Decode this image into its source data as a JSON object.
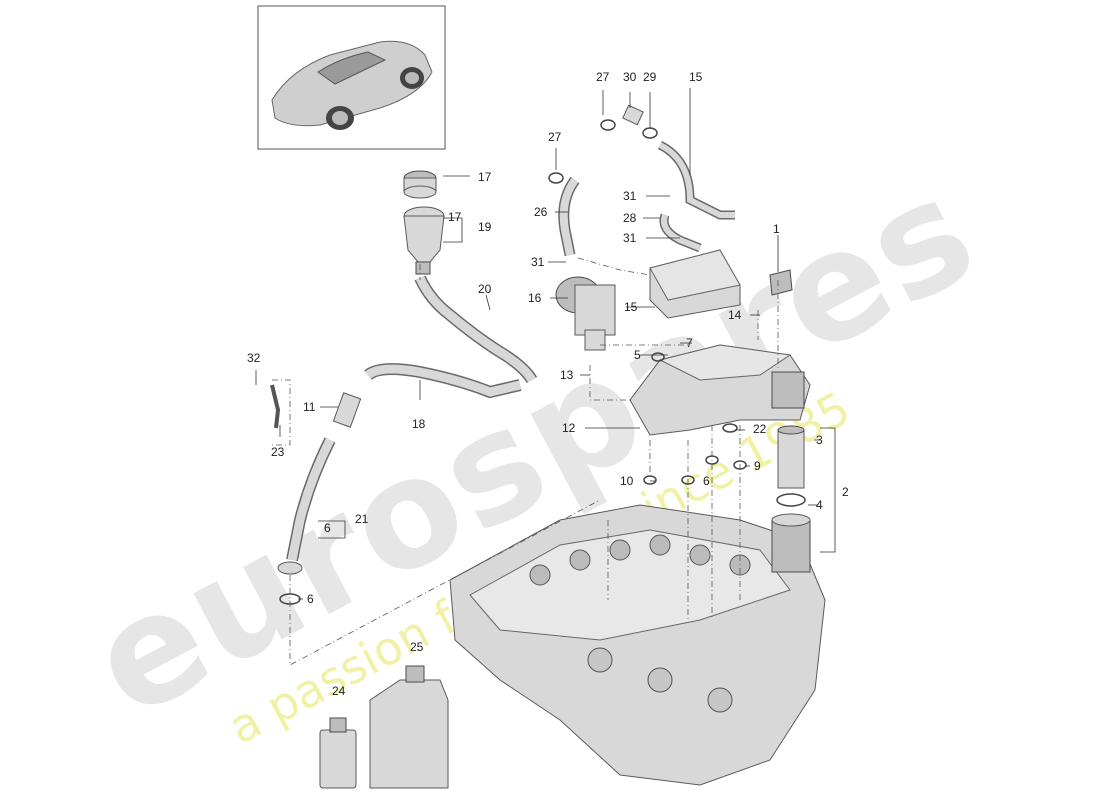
{
  "watermark": {
    "brand": "eurospares",
    "tagline": "a passion for parts since 1985"
  },
  "thumbnail": {
    "icon": "car-thumbnail-icon"
  },
  "callouts": [
    "1",
    "2",
    "3",
    "4",
    "5",
    "6",
    "6",
    "6",
    "7",
    "9",
    "10",
    "11",
    "12",
    "13",
    "14",
    "15",
    "15",
    "16",
    "17",
    "17",
    "18",
    "19",
    "20",
    "21",
    "22",
    "23",
    "24",
    "25",
    "26",
    "27",
    "27",
    "28",
    "29",
    "30",
    "31",
    "31",
    "31",
    "32"
  ],
  "parts": {
    "icons": [
      "engine-block-icon",
      "oil-bottle-large-icon",
      "oil-bottle-small-icon",
      "oil-filler-cap-icon",
      "oil-filler-neck-icon",
      "oil-cooler-icon",
      "oil-filter-housing-icon",
      "oil-filter-element-icon",
      "breather-hose-icon",
      "coolant-hose-icon",
      "dipstick-tube-icon",
      "oil-separator-icon"
    ]
  }
}
